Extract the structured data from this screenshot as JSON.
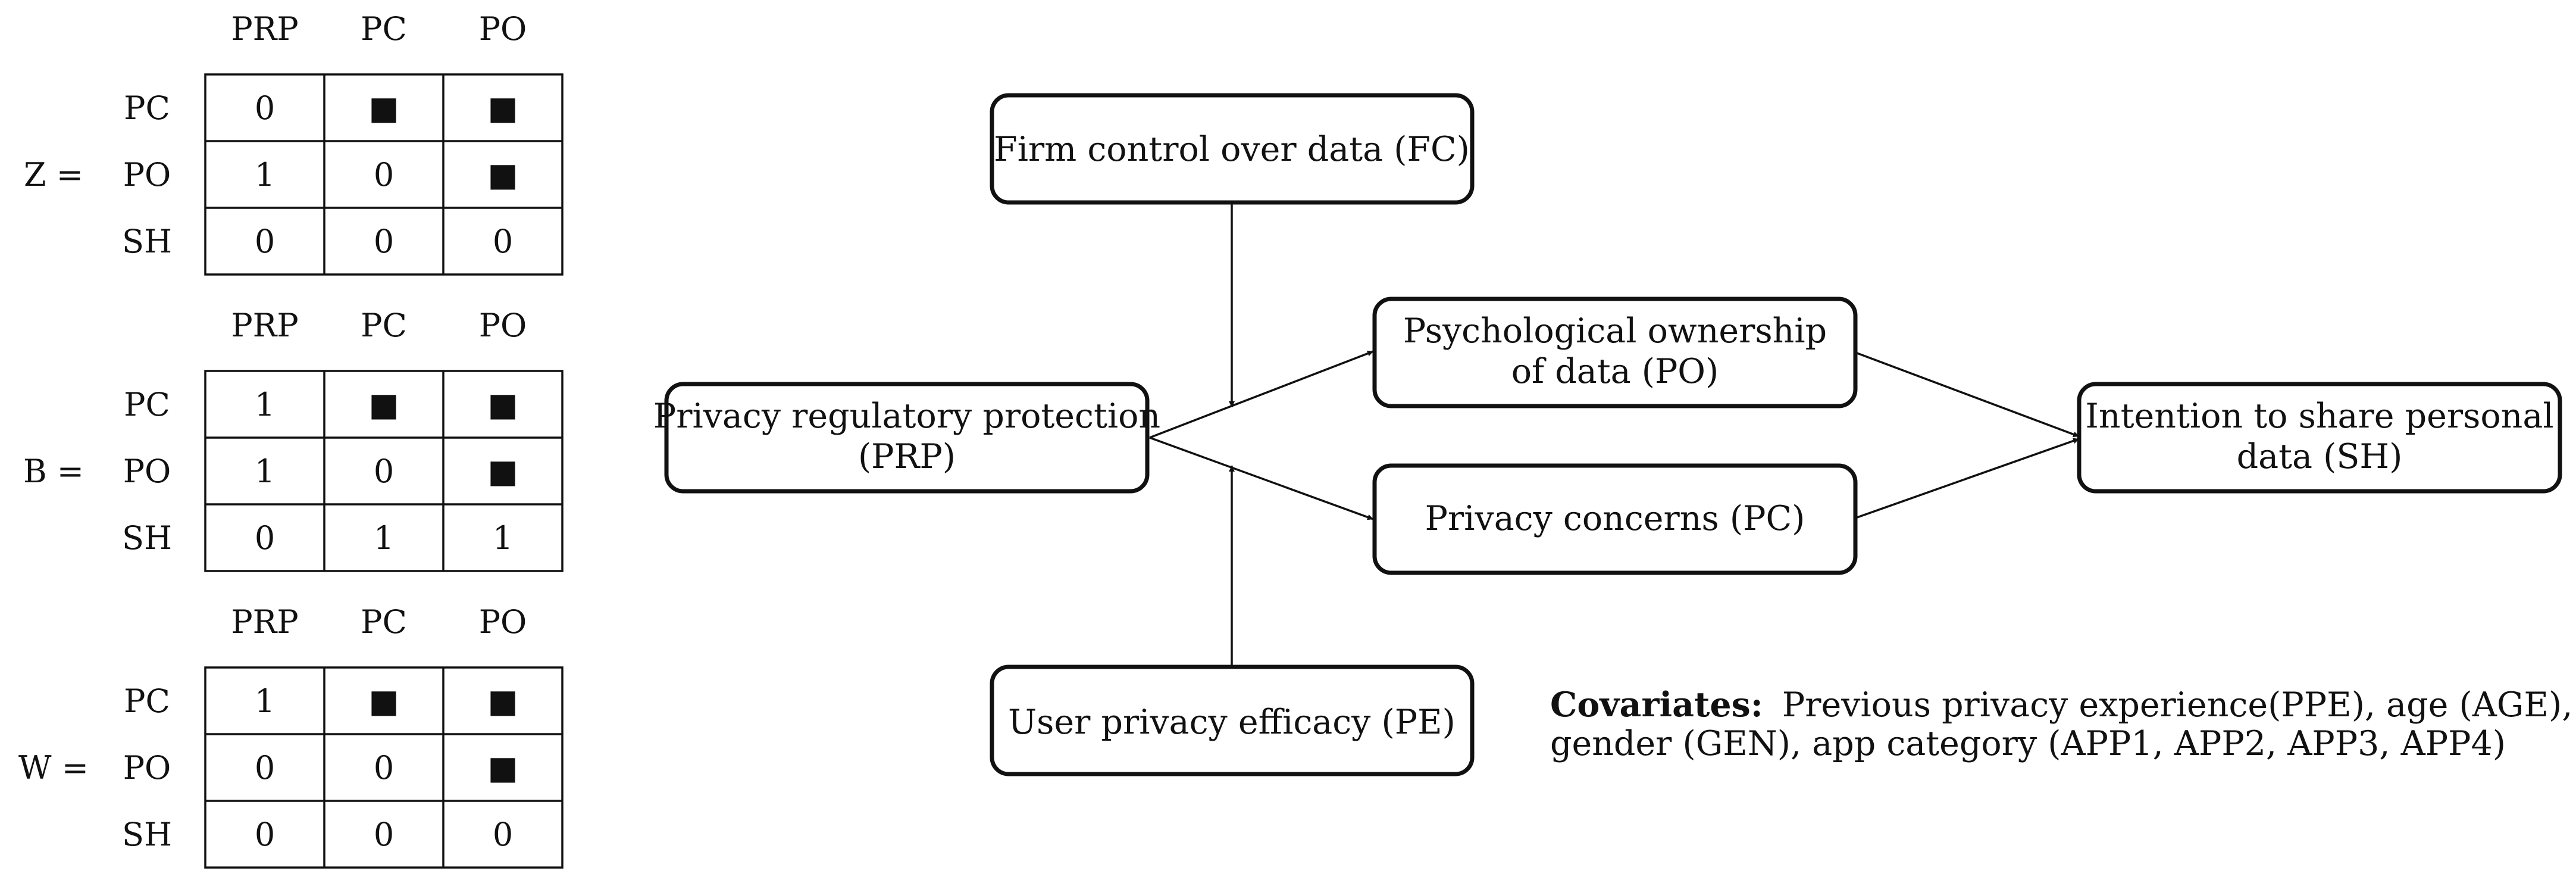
{
  "matrices": [
    {
      "name": "Z =",
      "col_headers": [
        "PRP",
        "PC",
        "PO"
      ],
      "row_headers": [
        "PC",
        "PO",
        "SH"
      ],
      "cells": [
        [
          "0",
          "■",
          "■"
        ],
        [
          "1",
          "0",
          "■"
        ],
        [
          "0",
          "0",
          "0"
        ]
      ]
    },
    {
      "name": "B =",
      "col_headers": [
        "PRP",
        "PC",
        "PO"
      ],
      "row_headers": [
        "PC",
        "PO",
        "SH"
      ],
      "cells": [
        [
          "1",
          "■",
          "■"
        ],
        [
          "1",
          "0",
          "■"
        ],
        [
          "0",
          "1",
          "1"
        ]
      ]
    },
    {
      "name": "W =",
      "col_headers": [
        "PRP",
        "PC",
        "PO"
      ],
      "row_headers": [
        "PC",
        "PO",
        "SH"
      ],
      "cells": [
        [
          "1",
          "■",
          "■"
        ],
        [
          "0",
          "0",
          "■"
        ],
        [
          "0",
          "0",
          "0"
        ]
      ]
    }
  ],
  "nodes": {
    "fc": {
      "lines": [
        "Firm control over data (FC)"
      ]
    },
    "prp": {
      "lines": [
        "Privacy regulatory protection",
        "(PRP)"
      ]
    },
    "po": {
      "lines": [
        "Psychological ownership",
        "of data (PO)"
      ]
    },
    "pc": {
      "lines": [
        "Privacy concerns (PC)"
      ]
    },
    "pe": {
      "lines": [
        "User privacy efficacy (PE)"
      ]
    },
    "sh": {
      "lines": [
        "Intention to share personal",
        "data (SH)"
      ]
    }
  },
  "edges": [
    {
      "from": "prp",
      "to": "po",
      "type": "direct"
    },
    {
      "from": "prp",
      "to": "pc",
      "type": "direct"
    },
    {
      "from": "po",
      "to": "sh",
      "type": "direct"
    },
    {
      "from": "pc",
      "to": "sh",
      "type": "direct"
    },
    {
      "from": "fc",
      "to": "prp-po",
      "type": "moderation"
    },
    {
      "from": "pe",
      "to": "prp-pc",
      "type": "moderation"
    }
  ],
  "covariates": {
    "label": "Covariates:",
    "line1": "Previous privacy experience(PPE), age (AGE),",
    "line2": "gender (GEN), app category (APP1, APP2, APP3, APP4)"
  }
}
